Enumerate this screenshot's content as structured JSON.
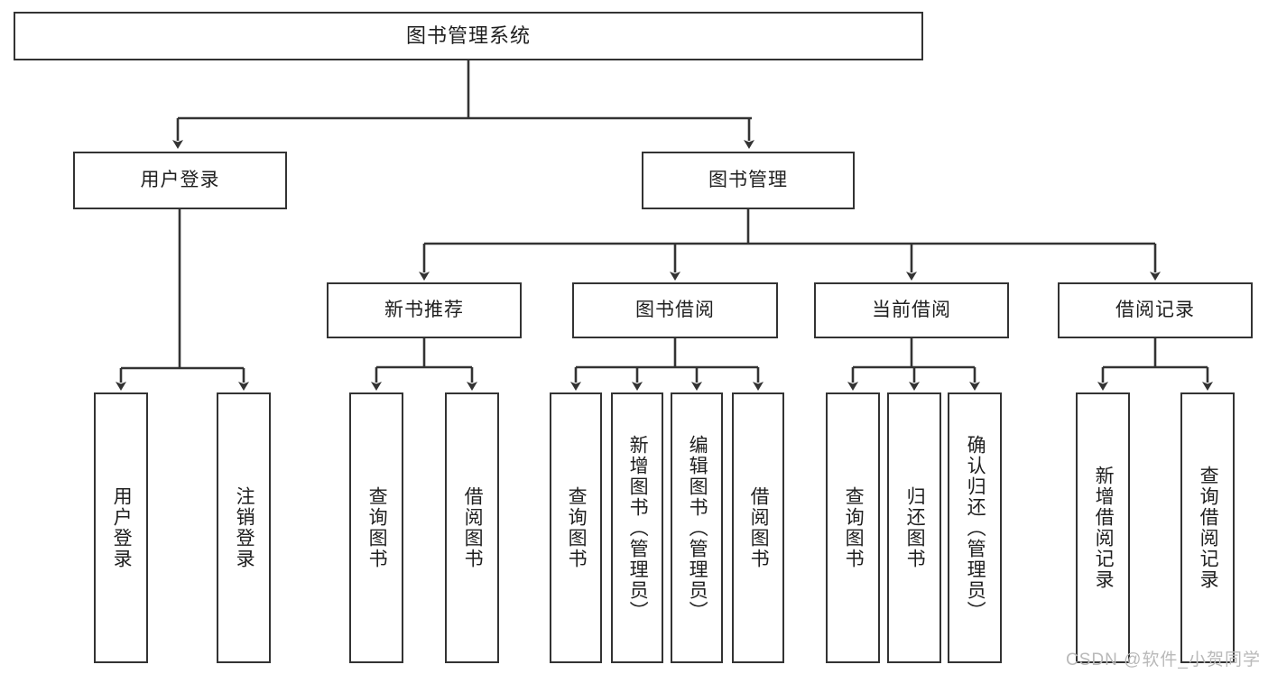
{
  "diagram": {
    "title": "图书管理系统",
    "type": "tree-hierarchy",
    "root": {
      "label": "图书管理系统"
    },
    "level2": [
      {
        "label": "用户登录"
      },
      {
        "label": "图书管理"
      }
    ],
    "level3": [
      {
        "label": "新书推荐"
      },
      {
        "label": "图书借阅"
      },
      {
        "label": "当前借阅"
      },
      {
        "label": "借阅记录"
      }
    ],
    "leaves_user_login": [
      {
        "label": "用户登录"
      },
      {
        "label": "注销登录"
      }
    ],
    "leaves_new_books": [
      {
        "label": "查询图书"
      },
      {
        "label": "借阅图书"
      }
    ],
    "leaves_borrow": [
      {
        "label": "查询图书"
      },
      {
        "label": "新增图书（管理员）"
      },
      {
        "label": "编辑图书（管理员）"
      },
      {
        "label": "借阅图书"
      }
    ],
    "leaves_current": [
      {
        "label": "查询图书"
      },
      {
        "label": "归还图书"
      },
      {
        "label": "确认归还（管理员）"
      }
    ],
    "leaves_records": [
      {
        "label": "新增借阅记录"
      },
      {
        "label": "查询借阅记录"
      }
    ]
  },
  "watermark": {
    "text": "CSDN @软件_小贺同学"
  },
  "colors": {
    "border": "#333333",
    "background": "#ffffff",
    "text": "#1f1f1f",
    "edge": "#333333",
    "watermark": "#b9b9b9"
  }
}
